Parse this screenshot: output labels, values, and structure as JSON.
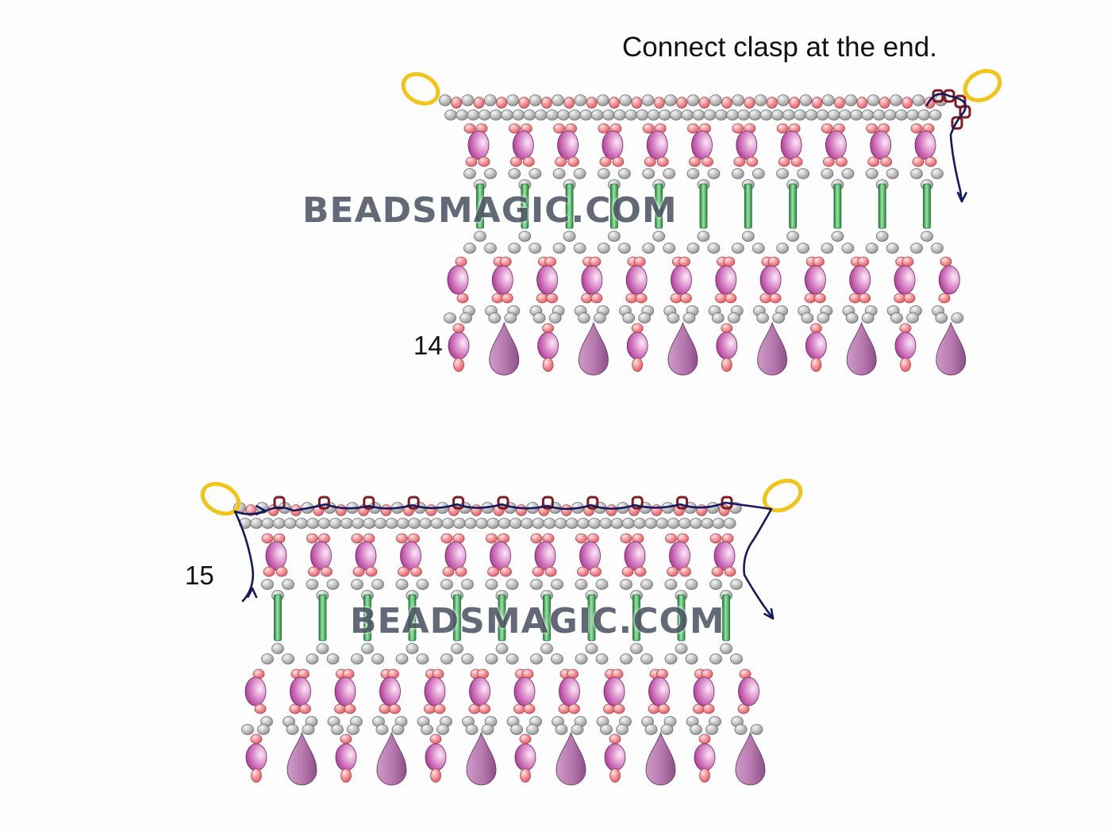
{
  "caption": "Connect clasp at the end.",
  "steps": [
    {
      "label": "14"
    },
    {
      "label": "15"
    }
  ],
  "watermark": "BEADSMAGIC.COM",
  "colors": {
    "seed_gray": "#bdbdbd",
    "seed_pink": "#f28e92",
    "crystal_purple": "#c064a8",
    "drop_purple": "#b47aab",
    "bugle_green": "#38a552",
    "clasp_ring": "#f2c418",
    "thread": "#15195e",
    "accent_bead": "#7d1a22"
  },
  "icons": [
    "clasp-ring-icon",
    "thread-arrow-icon"
  ]
}
